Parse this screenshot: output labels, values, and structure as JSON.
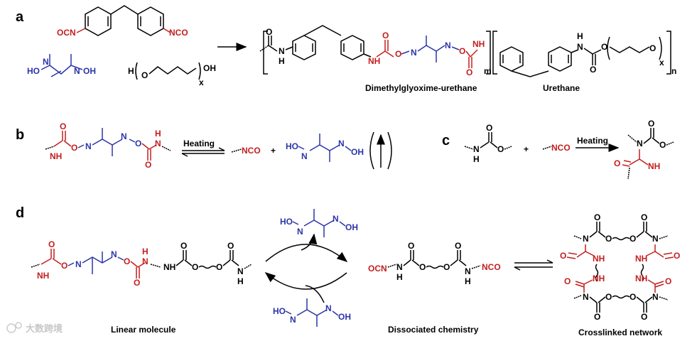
{
  "panels": {
    "a": "a",
    "b": "b",
    "c": "c",
    "d": "d"
  },
  "atoms": {
    "ocn": "OCN",
    "nco": "NCO",
    "ho": "HO",
    "oh": "OH",
    "n": "N",
    "o": "O",
    "h": "H",
    "nh": "NH",
    "x": "x",
    "m": "m",
    "n_sub": "n"
  },
  "labels": {
    "dmg_urethane": "Dimethylglyoxime-urethane",
    "urethane": "Urethane",
    "heating": "Heating",
    "plus": "+",
    "linear": "Linear molecule",
    "dissociated": "Dissociated chemistry",
    "crosslinked": "Crosslinked network"
  },
  "watermark": "大数跨境",
  "colors": {
    "black": "#000000",
    "blue": "#2b35a8",
    "red": "#c41e1e"
  }
}
